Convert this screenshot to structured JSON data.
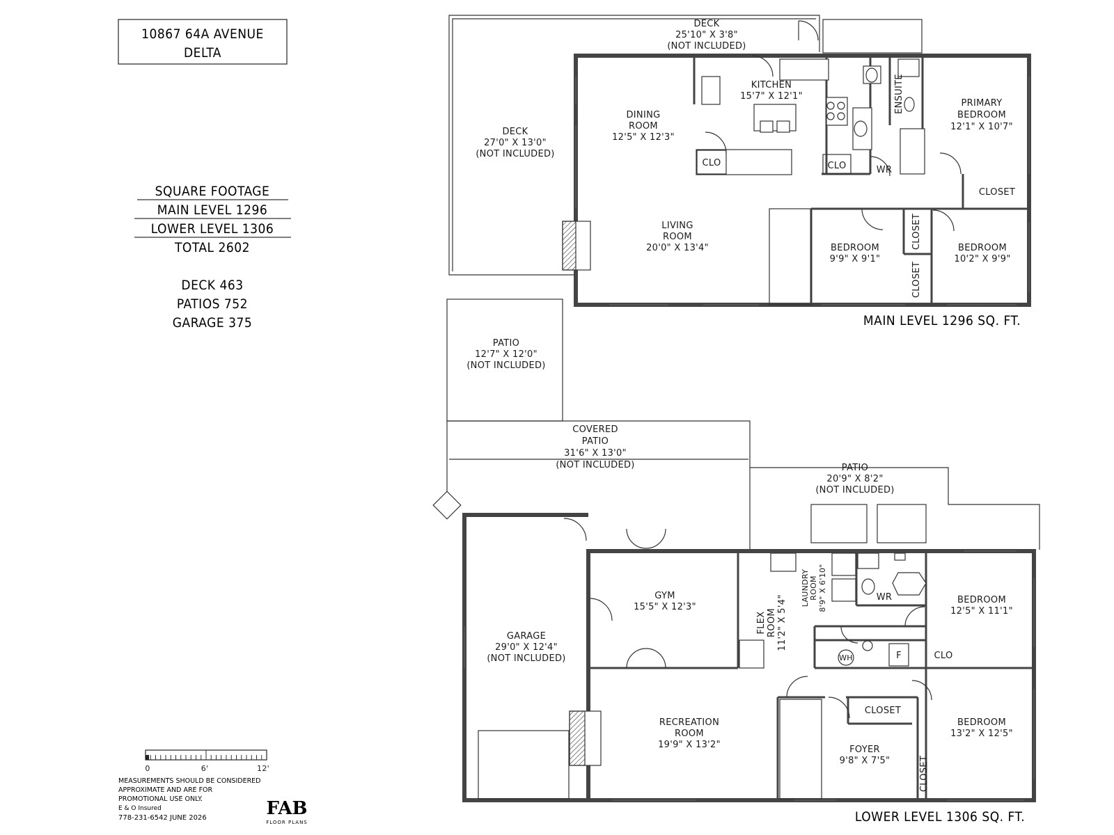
{
  "address": {
    "line1": "10867 64A AVENUE",
    "line2": "DELTA"
  },
  "square_footage": {
    "heading": "SQUARE FOOTAGE",
    "main": "MAIN LEVEL 1296",
    "lower": "LOWER LEVEL 1306",
    "total": "TOTAL 2602",
    "deck": "DECK 463",
    "patios": "PATIOS 752",
    "garage": "GARAGE 375"
  },
  "scale": {
    "labels": [
      "0",
      "6'",
      "12'"
    ]
  },
  "disclaimer": {
    "lines": [
      "MEASUREMENTS SHOULD BE CONSIDERED",
      "APPROXIMATE AND ARE FOR",
      "PROMOTIONAL USE ONLY.",
      "E & O Insured",
      "778-231-6542  JUNE 2026"
    ]
  },
  "brand": {
    "logo": "FAB",
    "sub": "FLOOR PLANS"
  },
  "main_level": {
    "caption": "MAIN LEVEL 1296 SQ. FT.",
    "rooms": {
      "deck_top": [
        "DECK",
        "25'10\" X 3'8\"",
        "(NOT INCLUDED)"
      ],
      "deck_left": [
        "DECK",
        "27'0\" X 13'0\"",
        "(NOT INCLUDED)"
      ],
      "kitchen": [
        "KITCHEN",
        "15'7\" X 12'1\""
      ],
      "dining": [
        "DINING",
        "ROOM",
        "12'5\" X 12'3\""
      ],
      "primary": [
        "PRIMARY",
        "BEDROOM",
        "12'1\" X 10'7\""
      ],
      "ensuite": "ENSUITE",
      "clo1": "CLO",
      "clo2": "CLO",
      "wr": "WR",
      "closet1": "CLOSET",
      "living": [
        "LIVING",
        "ROOM",
        "20'0\" X 13'4\""
      ],
      "bedroom1": [
        "BEDROOM",
        "9'9\" X 9'1\""
      ],
      "bedroom2": [
        "BEDROOM",
        "10'2\" X 9'9\""
      ],
      "closet_v1": "CLOSET",
      "closet_v2": "CLOSET"
    }
  },
  "lower_level": {
    "caption": "LOWER LEVEL 1306 SQ. FT.",
    "rooms": {
      "patio_top": [
        "PATIO",
        "12'7\" X 12'0\"",
        "(NOT INCLUDED)"
      ],
      "covered_patio": [
        "COVERED",
        "PATIO",
        "31'6\" X 13'0\"",
        "(NOT INCLUDED)"
      ],
      "patio_right": [
        "PATIO",
        "20'9\" X 8'2\"",
        "(NOT INCLUDED)"
      ],
      "gym": [
        "GYM",
        "15'5\" X 12'3\""
      ],
      "garage": [
        "GARAGE",
        "29'0\" X 12'4\"",
        "(NOT INCLUDED)"
      ],
      "flex": [
        "FLEX",
        "ROOM",
        "11'2\" X 5'4\""
      ],
      "laundry": [
        "LAUNDRY",
        "ROOM",
        "8'9\" X 6'10\""
      ],
      "wr": "WR",
      "wh": "WH",
      "f": "F",
      "clo": "CLO",
      "bedroom1": [
        "BEDROOM",
        "12'5\" X 11'1\""
      ],
      "closet": "CLOSET",
      "recreation": [
        "RECREATION",
        "ROOM",
        "19'9\" X 13'2\""
      ],
      "foyer": [
        "FOYER",
        "9'8\" X 7'5\""
      ],
      "bedroom2": [
        "BEDROOM",
        "13'2\" X 12'5\""
      ],
      "closet_v": "CLOSET"
    }
  }
}
